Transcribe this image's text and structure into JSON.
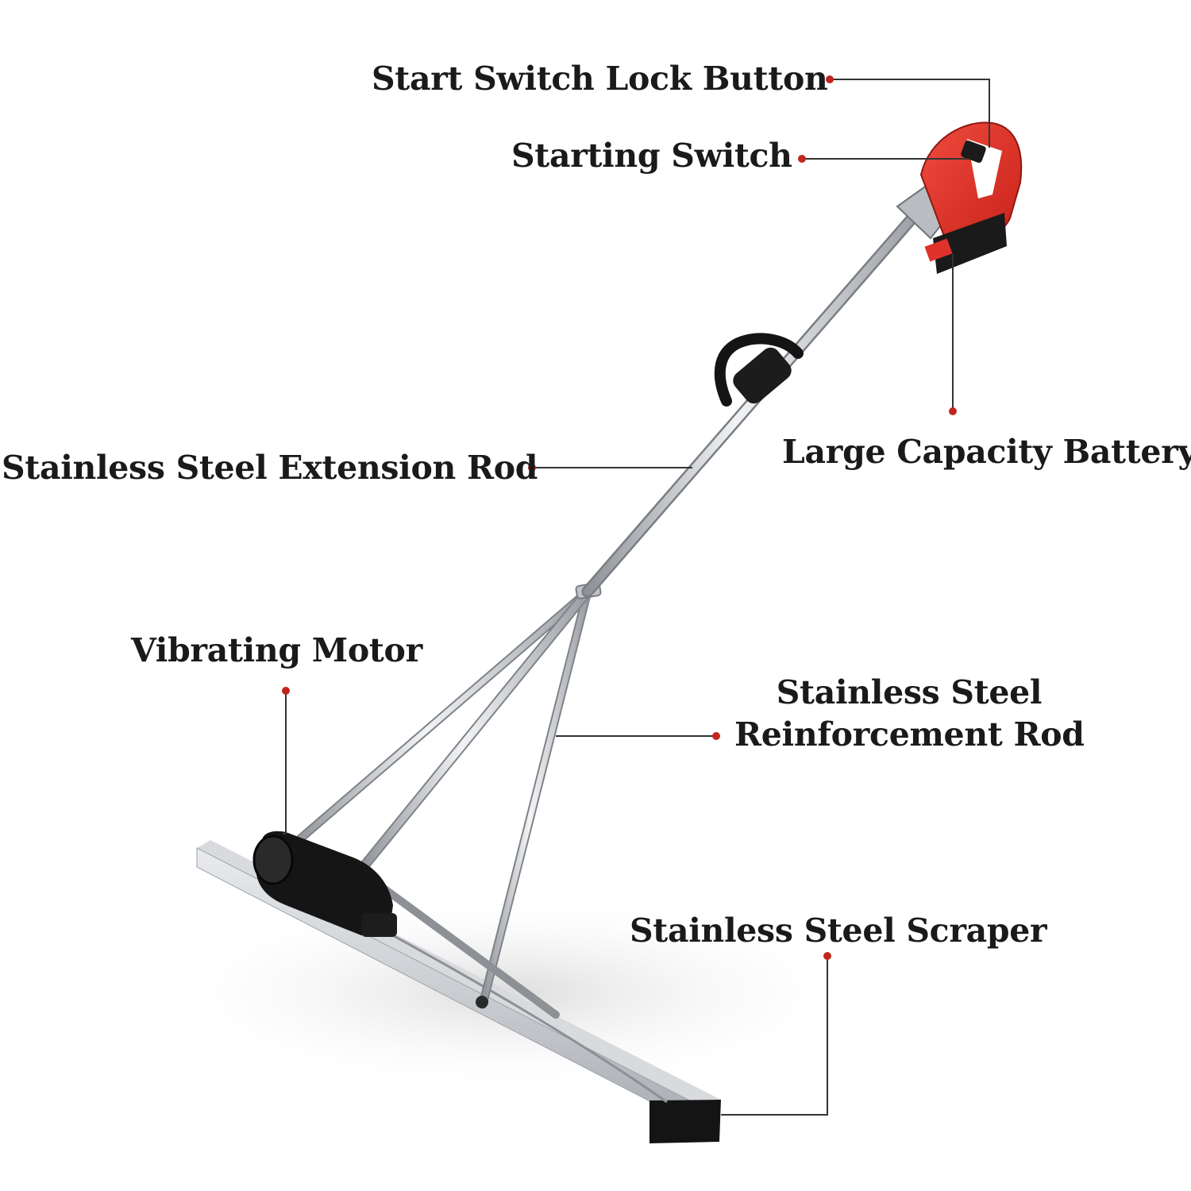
{
  "labels": {
    "start_switch_lock_button": "Start Switch Lock Button",
    "starting_switch": "Starting Switch",
    "large_capacity_battery": "Large Capacity Battery",
    "extension_rod": "Stainless Steel Extension Rod",
    "vibrating_motor": "Vibrating Motor",
    "reinforcement_rod_line1": "Stainless Steel",
    "reinforcement_rod_line2": "Reinforcement Rod",
    "scraper": "Stainless Steel Scraper"
  },
  "colors": {
    "callout_dot": "#c0261e",
    "leader_line": "#333333",
    "label_text": "#1a1a1a",
    "motor_housing": "#e0312a",
    "steel": "#c9ccd0",
    "rubber": "#1a1a1a"
  }
}
